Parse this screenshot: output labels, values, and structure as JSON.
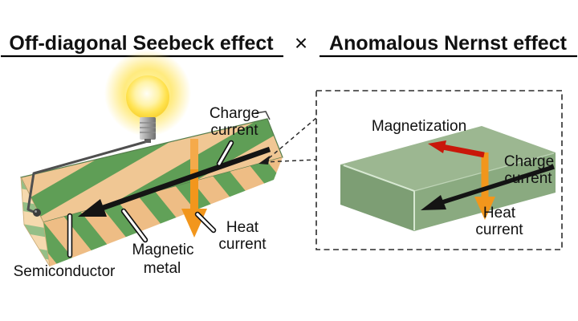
{
  "title": {
    "left": "Off-diagonal Seebeck effect",
    "separator": "×",
    "right": "Anomalous Nernst effect"
  },
  "left_diagram": {
    "charge_current": [
      "Charge",
      "current"
    ],
    "heat_current": [
      "Heat",
      "current"
    ],
    "magnetic_metal": [
      "Magnetic",
      "metal"
    ],
    "semiconductor": "Semiconductor"
  },
  "right_diagram": {
    "magnetization": "Magnetization",
    "charge_current": [
      "Charge",
      "current"
    ],
    "heat_current": [
      "Heat",
      "current"
    ]
  },
  "colors": {
    "stripe_green": "#5f9e56",
    "stripe_tan": "#f0c794",
    "cap_green": "#94bf87",
    "cap_tan": "#f5d9ae",
    "slab_top_green": "#9cb791",
    "slab_front_green": "#8aaa80",
    "slab_cap_green": "#7d9e74",
    "heat_arrow_orange": "#f2961c",
    "magnetization_red": "#c9170a",
    "charge_arrow_black": "#141414",
    "bulb_glow_yellow": "#ffe768",
    "wire_gray": "#4f4f4f"
  }
}
